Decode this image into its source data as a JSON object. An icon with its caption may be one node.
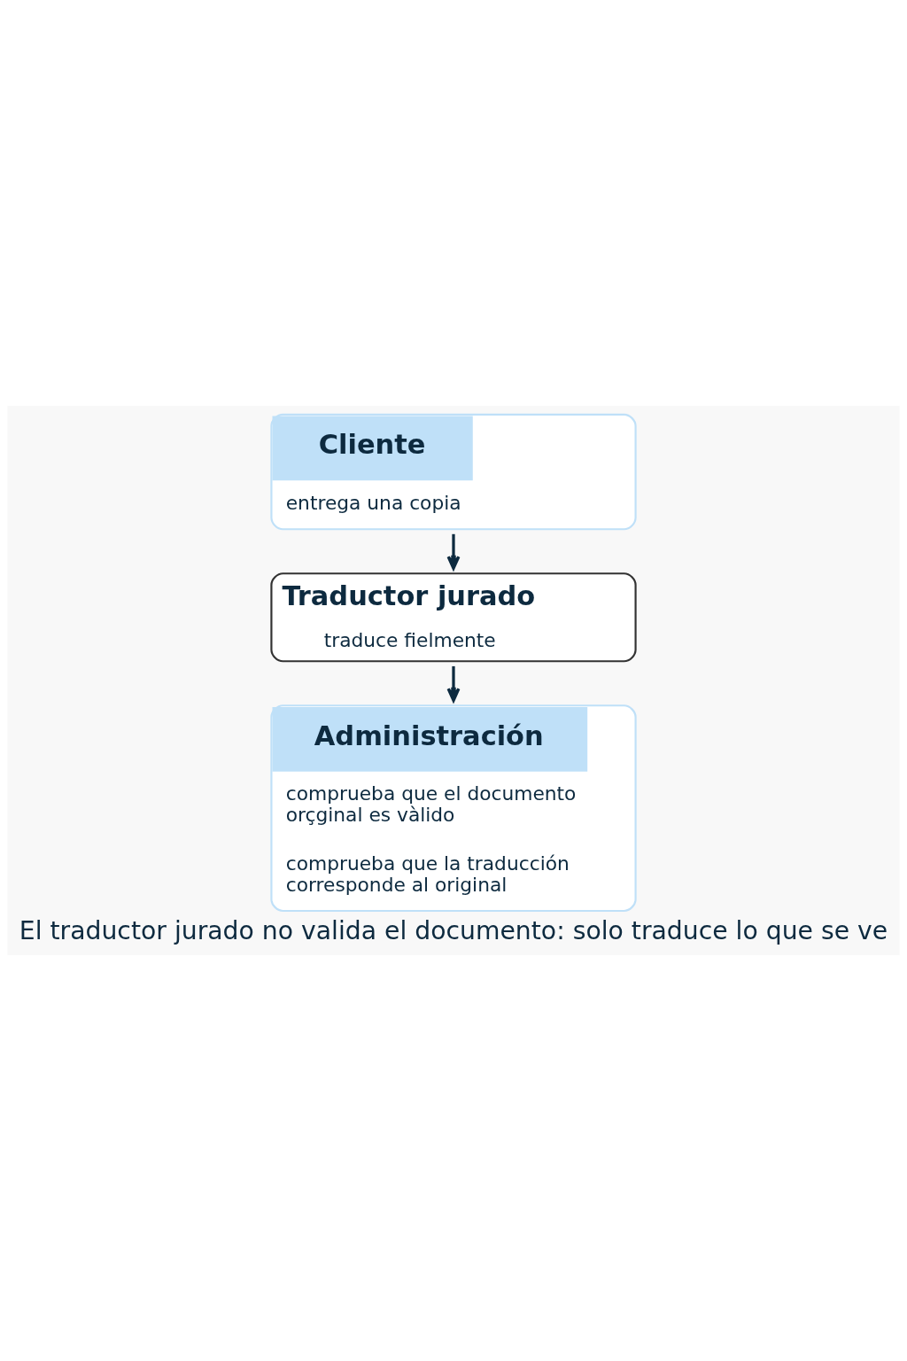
{
  "diagram": {
    "caption": "El traductor jurado no valida el documento: solo traduce lo que se ve",
    "nodes": [
      {
        "text": [
          "Cliente",
          "entrega una copia"
        ]
      },
      {
        "text": [
          "Traductor jurado",
          "traduce fielmente"
        ]
      },
      {
        "text": [
          "Administración",
          "comprueba que el documento orçginal es vàlido",
          "comprueba que la traducción corresponde al original"
        ]
      }
    ],
    "edges": [
      {
        "from": 0,
        "to": 1,
        "arrow": "to"
      },
      {
        "from": 1,
        "to": 2,
        "arrow": "to"
      }
    ]
  }
}
